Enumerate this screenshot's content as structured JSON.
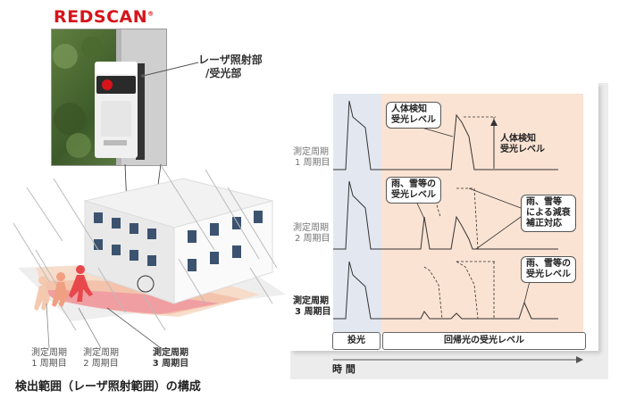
{
  "logo": {
    "text": "REDSCAN",
    "mark": "®"
  },
  "callout": {
    "line1": "レーザ照射部",
    "line2": "/受光部"
  },
  "scene": {
    "cycles": [
      {
        "line1": "測定周期",
        "line2": "1 周期目"
      },
      {
        "line1": "測定周期",
        "line2": "2 周期目"
      },
      {
        "line1": "測定周期",
        "line2": "3 周期目"
      }
    ],
    "caption": "検出範囲（レーザ照射範囲）の構成"
  },
  "chart": {
    "rows": [
      {
        "line1": "測定周期",
        "line2": "1 周期目"
      },
      {
        "line1": "測定周期",
        "line2": "2 周期目"
      },
      {
        "line1": "測定周期",
        "line2": "3 周期目"
      }
    ],
    "annotations": {
      "human_bubble": {
        "line1": "人体検知",
        "line2": "受光レベル"
      },
      "human_level": {
        "line1": "人体検知",
        "line2": "受光レベル"
      },
      "rain_bubble_2": {
        "line1": "雨、雪等の",
        "line2": "受光レベル"
      },
      "correction_bubble": {
        "line1": "雨、雪等",
        "line2": "による減衰",
        "line3": "補正対応"
      },
      "rain_bubble_3": {
        "line1": "雨、雪等の",
        "line2": "受光レベル"
      }
    },
    "legend": {
      "emit": "投光",
      "receive": "回帰光の受光レベル"
    },
    "time_axis": "時 間",
    "colors": {
      "emit_band": "#e3e8f0",
      "receive_band": "#fbe3d3",
      "logo": "#d7141a"
    }
  }
}
